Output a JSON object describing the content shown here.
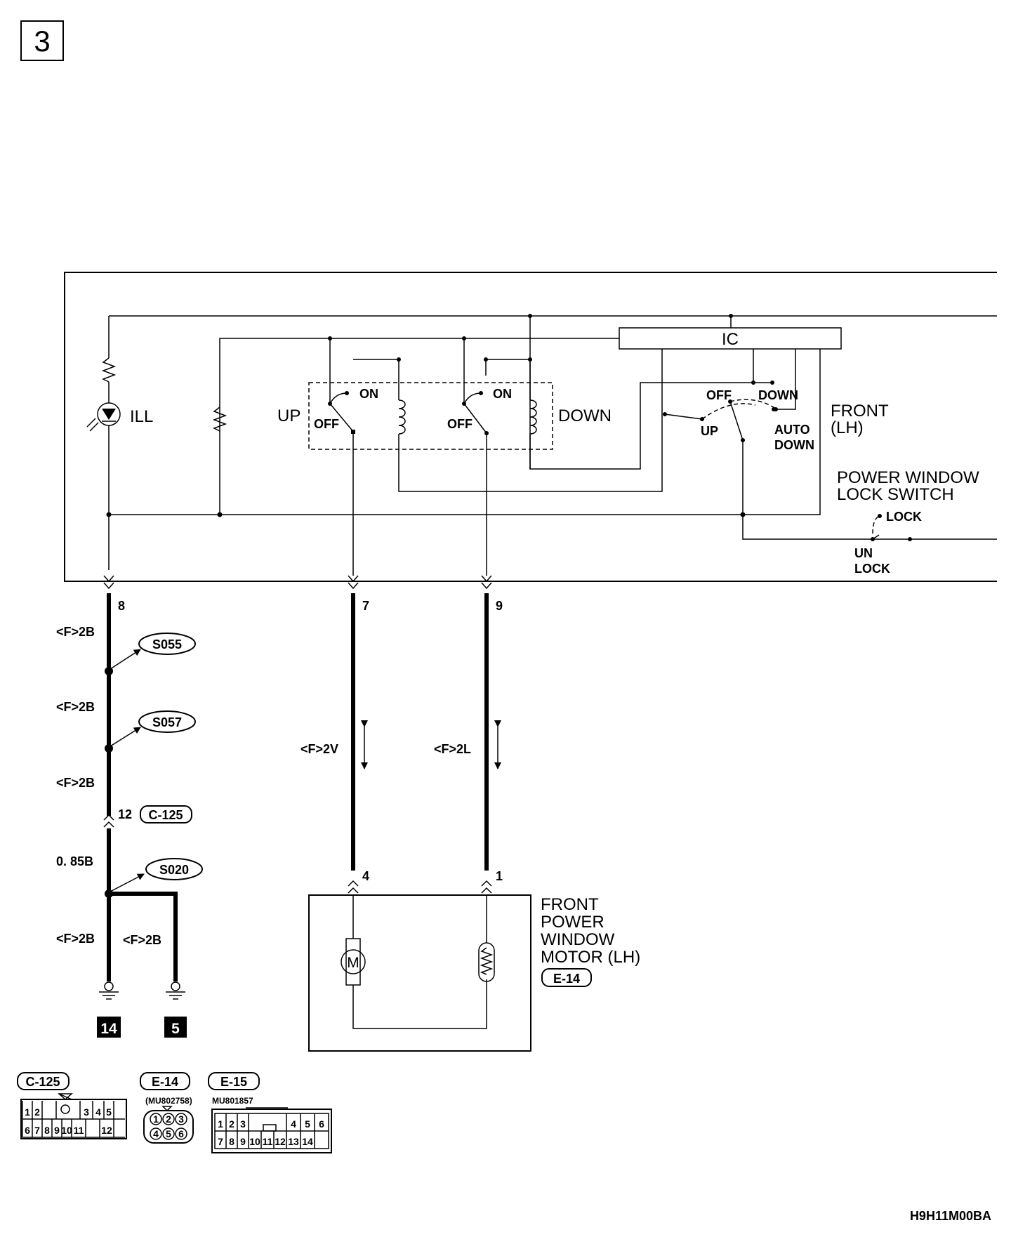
{
  "page": {
    "number": "3",
    "code": "H9H11M00BA"
  },
  "labels": {
    "ill": "ILL",
    "ic": "IC",
    "up": "UP",
    "down": "DOWN",
    "on": "ON",
    "off": "OFF",
    "front_lh": [
      "FRONT",
      "(LH)"
    ],
    "pw_lock_switch": [
      "POWER WINDOW",
      "LOCK SWITCH"
    ],
    "lock": "LOCK",
    "unlock": [
      "UN",
      "LOCK"
    ],
    "auto_down": [
      "AUTO",
      "DOWN"
    ],
    "motor_symbol": "M",
    "motor": [
      "FRONT",
      "POWER",
      "WINDOW",
      "MOTOR (LH)"
    ]
  },
  "pins": {
    "p8": "8",
    "p7": "7",
    "p9": "9",
    "p4": "4",
    "p1": "1",
    "p12": "12"
  },
  "wires": {
    "w_2b": "<F>2B",
    "w_2v": "<F>2V",
    "w_2l": "<F>2L",
    "w_085b": "0. 85B"
  },
  "splices": {
    "s055": "S055",
    "s057": "S057",
    "s020": "S020"
  },
  "connectors": {
    "c125": "C-125",
    "e14": "E-14",
    "e15": "E-15",
    "e14_part": "(MU802758)",
    "e15_part": "MU801857"
  },
  "grounds": {
    "g14": "14",
    "g5": "5"
  },
  "connector_pins": {
    "c125_top": [
      "1",
      "2",
      "3",
      "4",
      "5"
    ],
    "c125_bottom": [
      "6",
      "7",
      "8",
      "9",
      "10",
      "11",
      "12"
    ],
    "e14_top": [
      "1",
      "2",
      "3"
    ],
    "e14_bottom": [
      "4",
      "5",
      "6"
    ],
    "e15_top": [
      "1",
      "2",
      "3",
      "4",
      "5",
      "6"
    ],
    "e15_bottom": [
      "7",
      "8",
      "9",
      "10",
      "11",
      "12",
      "13",
      "14"
    ]
  }
}
